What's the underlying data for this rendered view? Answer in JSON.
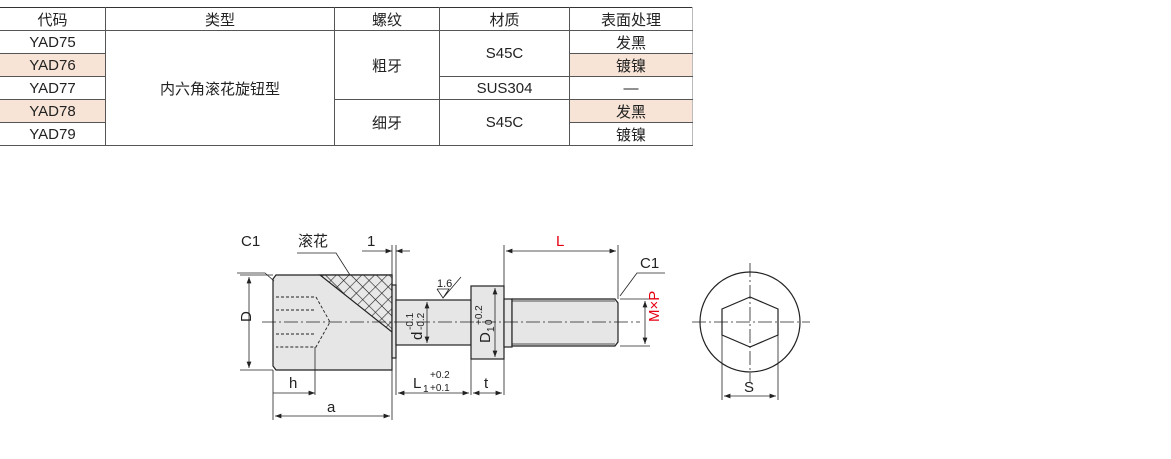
{
  "table": {
    "headers": [
      "代码",
      "类型",
      "螺纹",
      "材质",
      "表面处理"
    ],
    "codes": [
      "YAD75",
      "YAD76",
      "YAD77",
      "YAD78",
      "YAD79"
    ],
    "type": "内六角滚花旋钮型",
    "thread": [
      "粗牙",
      "细牙"
    ],
    "material": [
      "S45C",
      "SUS304",
      "S45C"
    ],
    "finish": [
      "发黑",
      "镀镍",
      "—",
      "发黑",
      "镀镍"
    ]
  },
  "drawing": {
    "c1_left": "C1",
    "knurl": "滚花",
    "one": "1",
    "L": "L",
    "c1_right": "C1",
    "D": "D",
    "h": "h",
    "a": "a",
    "roughness": "1.6",
    "d": "d",
    "d_tol_upper": "-0.1",
    "d_tol_lower": "-0.2",
    "D1": "D",
    "D1_sub": "1",
    "D1_tol_upper": "+0.2",
    "D1_tol_lower": "0",
    "L1": "L",
    "L1_sub": "1",
    "L1_tol_upper": "+0.2",
    "L1_tol_lower": "+0.1",
    "t": "t",
    "MxP": "M×P",
    "S": "S"
  },
  "colors": {
    "highlight": "#f7e4d6",
    "red": "#e60012"
  }
}
